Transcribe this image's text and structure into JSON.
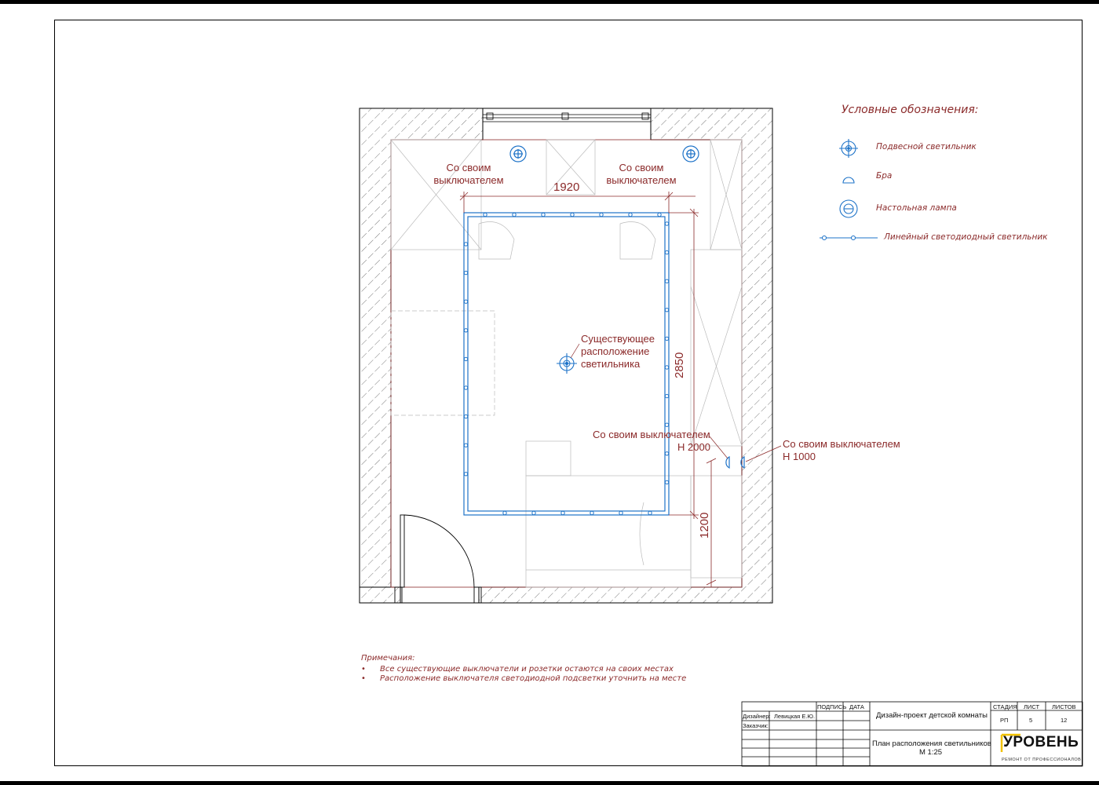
{
  "labels": {
    "own_switch_1": "Со своим выключателем",
    "own_switch_2": "Со своим выключателем",
    "existing_fixture": "Существующее расположение светильника",
    "own_switch_h2000_text": "Со своим выключателем",
    "own_switch_h2000_height": "Н 2000",
    "own_switch_h1000_text": "Со своим выключателем",
    "own_switch_h1000_height": "Н 1000"
  },
  "dimensions": {
    "width": "1920",
    "height": "2850",
    "bed_offset": "1200"
  },
  "legend": {
    "title": "Условные обозначения:",
    "items": [
      {
        "icon": "pendant-light-icon",
        "label": "Подвесной светильник"
      },
      {
        "icon": "wall-sconce-icon",
        "label": "Бра"
      },
      {
        "icon": "table-lamp-icon",
        "label": "Настольная лампа"
      },
      {
        "icon": "linear-led-light-icon",
        "label": "Линейный светодиодный светильник"
      }
    ]
  },
  "notes": {
    "title": "Примечания:",
    "items": [
      "Все существующие выключатели и розетки остаются на своих местах",
      "Расположение выключателя светодиодной подсветки уточнить на месте"
    ]
  },
  "title_block": {
    "signature_header": "ПОДПИСЬ",
    "date_header": "ДАТА",
    "designer_label": "Дизайнер:",
    "designer_name": "Левицкая Е.Ю.",
    "customer_label": "Заказчик:",
    "project_title": "Дизайн-проект детской комнаты",
    "sheet_title": "План расположения светильников",
    "scale": "М 1:25",
    "stage_header": "СТАДИЯ",
    "sheet_header": "ЛИСТ",
    "sheets_header": "ЛИСТОВ",
    "stage": "РП",
    "sheet": "5",
    "sheets": "12",
    "logo": "УРОВЕНЬ",
    "logo_sub": "РЕМОНТ ОТ ПРОФЕССИОНАЛОВ"
  },
  "colors": {
    "annotation": "#8b2a2a",
    "fixture": "#1e73c8",
    "logo_accent": "#f2c200"
  }
}
